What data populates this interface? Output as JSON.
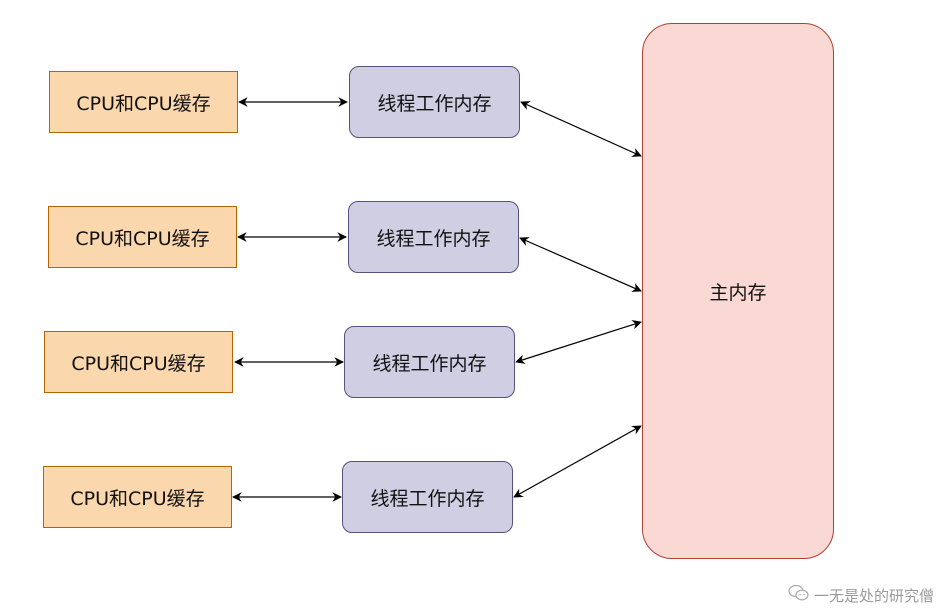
{
  "diagram": {
    "cpu_nodes": [
      {
        "label": "CPU和CPU缓存"
      },
      {
        "label": "CPU和CPU缓存"
      },
      {
        "label": "CPU和CPU缓存"
      },
      {
        "label": "CPU和CPU缓存"
      }
    ],
    "thread_nodes": [
      {
        "label": "线程工作内存"
      },
      {
        "label": "线程工作内存"
      },
      {
        "label": "线程工作内存"
      },
      {
        "label": "线程工作内存"
      }
    ],
    "main_memory": {
      "label": "主内存"
    },
    "edges": [
      {
        "from": "cpu-1",
        "to": "thread-1",
        "direction": "both"
      },
      {
        "from": "cpu-2",
        "to": "thread-2",
        "direction": "both"
      },
      {
        "from": "cpu-3",
        "to": "thread-3",
        "direction": "both"
      },
      {
        "from": "cpu-4",
        "to": "thread-4",
        "direction": "both"
      },
      {
        "from": "thread-1",
        "to": "main-memory",
        "direction": "both"
      },
      {
        "from": "thread-2",
        "to": "main-memory",
        "direction": "both"
      },
      {
        "from": "thread-3",
        "to": "main-memory",
        "direction": "both"
      },
      {
        "from": "thread-4",
        "to": "main-memory",
        "direction": "both"
      }
    ],
    "colors": {
      "cpu_fill": "#fad7ac",
      "cpu_stroke": "#b46504",
      "thread_fill": "#d0cee2",
      "thread_stroke": "#56517e",
      "main_fill": "#fad9d5",
      "main_stroke": "#ae4132"
    }
  },
  "watermark": {
    "icon": "wechat-icon",
    "text": "一无是处的研究僧"
  }
}
